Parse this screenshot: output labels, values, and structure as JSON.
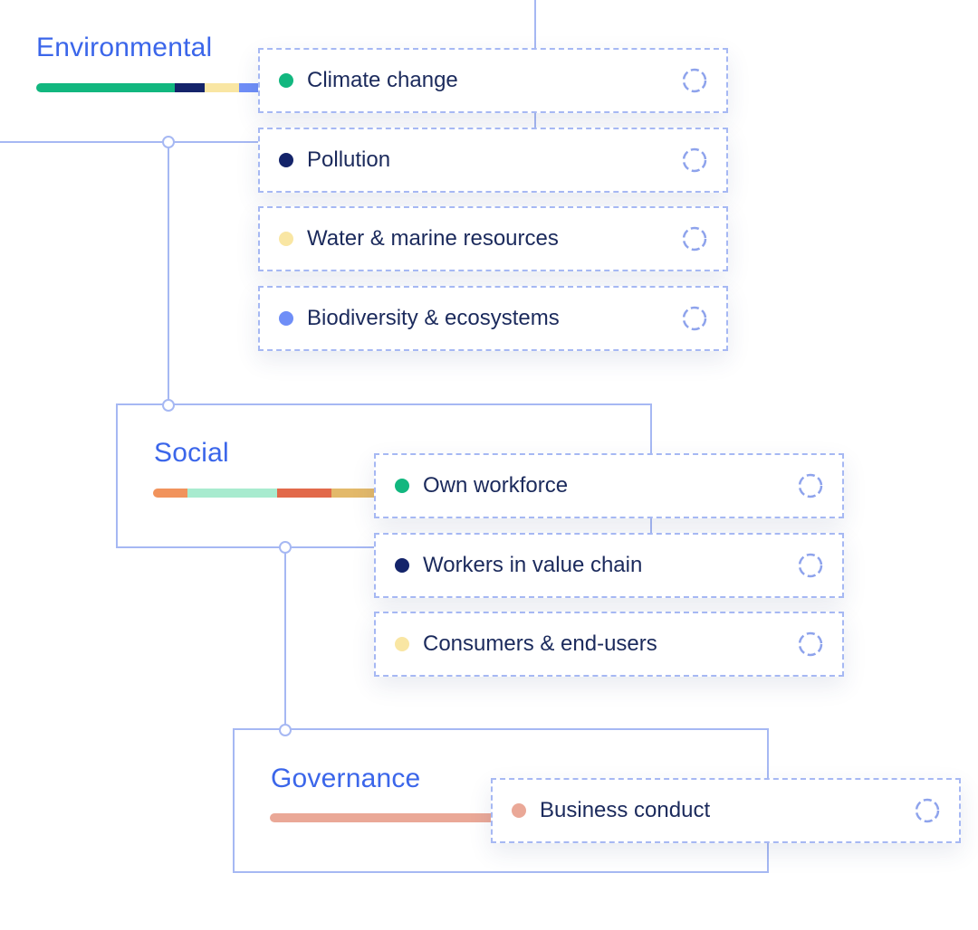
{
  "groups": [
    {
      "title": "Environmental",
      "bar": [
        "#12b77f",
        "#14246a",
        "#f9e6a3",
        "#6f8ef7"
      ],
      "topics": [
        {
          "label": "Climate change",
          "dot": "#12b77f",
          "icon": "dashed-circle-icon"
        },
        {
          "label": "Pollution",
          "dot": "#14246a",
          "icon": "dashed-circle-icon"
        },
        {
          "label": "Water & marine resources",
          "dot": "#f9e6a3",
          "icon": "dashed-circle-icon"
        },
        {
          "label": "Biodiversity & ecosystems",
          "dot": "#6f8ef7",
          "icon": "dashed-circle-icon"
        }
      ]
    },
    {
      "title": "Social",
      "bar": [
        "#f1935c",
        "#a8ebcf",
        "#e2694a",
        "#e3b96a"
      ],
      "topics": [
        {
          "label": "Own workforce",
          "dot": "#12b77f",
          "icon": "dashed-circle-icon"
        },
        {
          "label": "Workers in value chain",
          "dot": "#14246a",
          "icon": "dashed-circle-icon"
        },
        {
          "label": "Consumers & end-users",
          "dot": "#f9e6a3",
          "icon": "dashed-circle-icon"
        }
      ]
    },
    {
      "title": "Governance",
      "bar": [
        "#eaa897"
      ],
      "topics": [
        {
          "label": "Business conduct",
          "dot": "#eaa897",
          "icon": "dashed-circle-icon"
        }
      ]
    }
  ],
  "colors": {
    "border": "#a6b8f3",
    "title": "#3b66ea",
    "text": "#1b2a5c",
    "icon": "#8ea3ec"
  }
}
